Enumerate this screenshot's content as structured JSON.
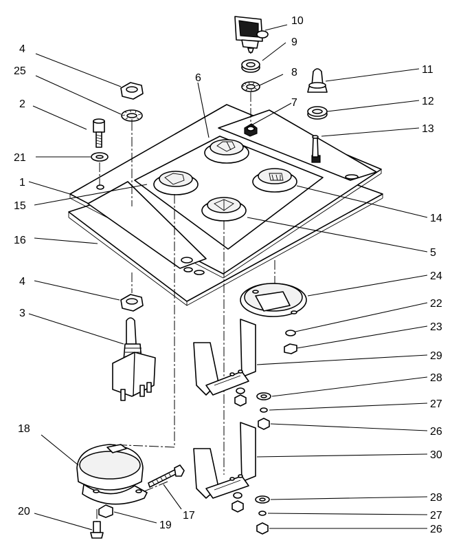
{
  "diagram": {
    "callouts": [
      {
        "id": "c1",
        "text": "1"
      },
      {
        "id": "c2",
        "text": "2"
      },
      {
        "id": "c3",
        "text": "3"
      },
      {
        "id": "c4a",
        "text": "4"
      },
      {
        "id": "c4b",
        "text": "4"
      },
      {
        "id": "c5",
        "text": "5"
      },
      {
        "id": "c6",
        "text": "6"
      },
      {
        "id": "c7",
        "text": "7"
      },
      {
        "id": "c8",
        "text": "8"
      },
      {
        "id": "c9",
        "text": "9"
      },
      {
        "id": "c10",
        "text": "10"
      },
      {
        "id": "c11",
        "text": "11"
      },
      {
        "id": "c12",
        "text": "12"
      },
      {
        "id": "c13",
        "text": "13"
      },
      {
        "id": "c14",
        "text": "14"
      },
      {
        "id": "c15",
        "text": "15"
      },
      {
        "id": "c16",
        "text": "16"
      },
      {
        "id": "c17",
        "text": "17"
      },
      {
        "id": "c18",
        "text": "18"
      },
      {
        "id": "c19",
        "text": "19"
      },
      {
        "id": "c20",
        "text": "20"
      },
      {
        "id": "c21",
        "text": "21"
      },
      {
        "id": "c22",
        "text": "22"
      },
      {
        "id": "c23",
        "text": "23"
      },
      {
        "id": "c24",
        "text": "24"
      },
      {
        "id": "c25",
        "text": "25"
      },
      {
        "id": "c26a",
        "text": "26"
      },
      {
        "id": "c26b",
        "text": "26"
      },
      {
        "id": "c27a",
        "text": "27"
      },
      {
        "id": "c27b",
        "text": "27"
      },
      {
        "id": "c28a",
        "text": "28"
      },
      {
        "id": "c28b",
        "text": "28"
      },
      {
        "id": "c29",
        "text": "29"
      },
      {
        "id": "c30",
        "text": "30"
      }
    ]
  }
}
